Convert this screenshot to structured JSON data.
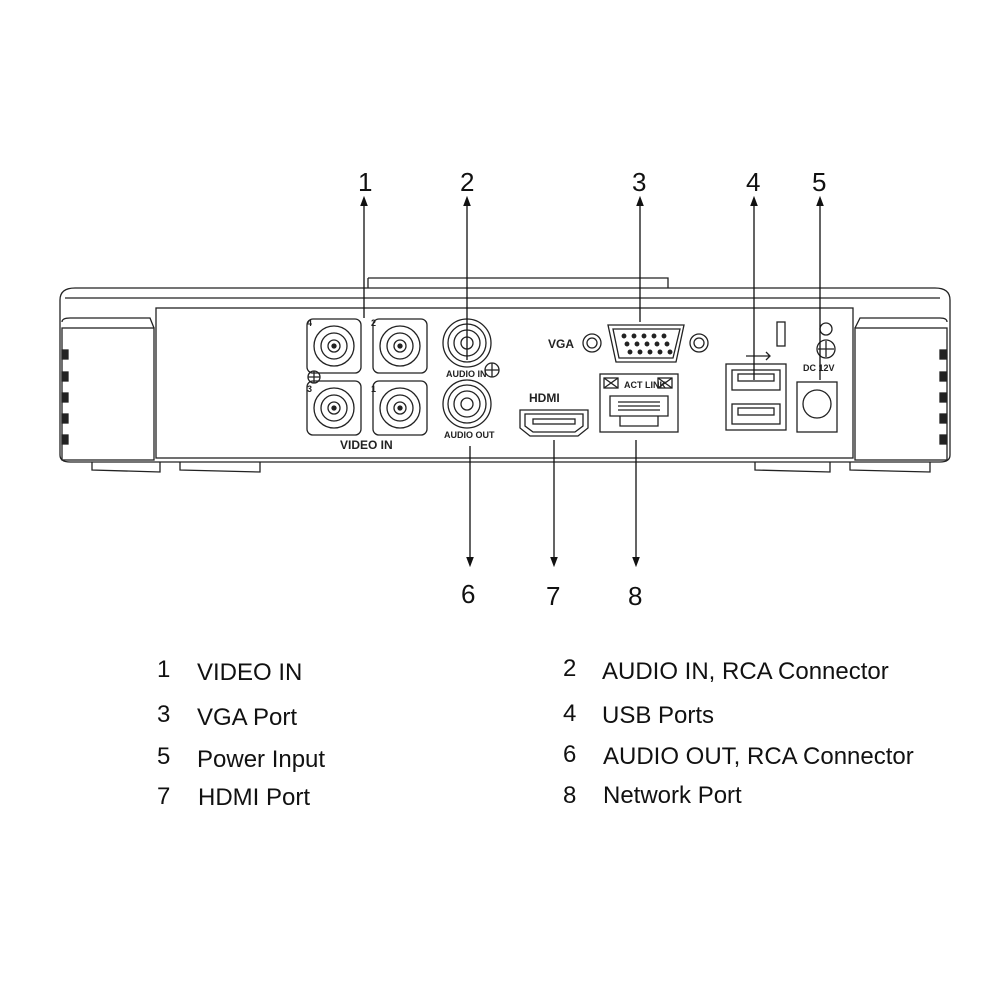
{
  "diagram": {
    "callouts": [
      "1",
      "2",
      "3",
      "4",
      "5",
      "6",
      "7",
      "8"
    ],
    "panel_labels": {
      "video_in": "VIDEO IN",
      "audio_in": "AUDIO IN",
      "audio_out": "AUDIO OUT",
      "vga": "VGA",
      "hdmi": "HDMI",
      "power": "DC 12V",
      "network_led": "ACT  LINK",
      "channel_4": "4",
      "channel_2": "2",
      "channel_3": "3",
      "channel_1": "1"
    }
  },
  "legend": [
    {
      "num": "1",
      "label": "VIDEO IN"
    },
    {
      "num": "2",
      "label": "AUDIO IN, RCA Connector"
    },
    {
      "num": "3",
      "label": "VGA Port"
    },
    {
      "num": "4",
      "label": "USB Ports"
    },
    {
      "num": "5",
      "label": "Power Input"
    },
    {
      "num": "6",
      "label": "AUDIO OUT, RCA Connector"
    },
    {
      "num": "7",
      "label": "HDMI Port"
    },
    {
      "num": "8",
      "label": "Network Port"
    }
  ]
}
